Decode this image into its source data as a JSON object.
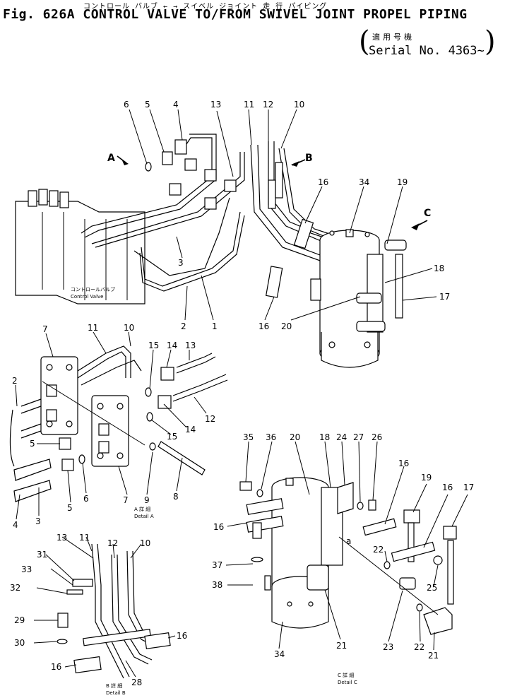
{
  "header": {
    "title": "Fig. 626A  CONTROL VALVE  TO/FROM SWIVEL JOINT PROPEL PIPING",
    "title_jp": "コントロール バルブ  ←  →  スイベル ジョイント 走  行  パイピング",
    "serial_jp": "適用号機",
    "serial": "Serial No. 4363~"
  },
  "views": {
    "a": "A",
    "b": "B",
    "c": "C",
    "control_valve_jp": "コントロールバルブ",
    "control_valve": "Control Valve",
    "detail_a_jp": "A 詳 細",
    "detail_a": "Detail A",
    "detail_b_jp": "B 詳 細",
    "detail_b": "Detail B",
    "detail_c_jp": "C 詳 細",
    "detail_c": "Detail C",
    "a_ref": "a"
  },
  "callouts": {
    "main": [
      "6",
      "5",
      "4",
      "13",
      "11",
      "12",
      "10",
      "16",
      "34",
      "19",
      "18",
      "17",
      "3",
      "2",
      "1",
      "16",
      "20"
    ],
    "detail_a": [
      "7",
      "11",
      "10",
      "15",
      "14",
      "13",
      "2",
      "12",
      "5",
      "6",
      "5",
      "14",
      "15",
      "9",
      "8",
      "7",
      "4",
      "3"
    ],
    "detail_b": [
      "13",
      "11",
      "12",
      "10",
      "31",
      "33",
      "32",
      "29",
      "30",
      "16",
      "16",
      "28"
    ],
    "detail_c": [
      "35",
      "36",
      "20",
      "18",
      "24",
      "27",
      "26",
      "16",
      "19",
      "16",
      "17",
      "16",
      "37",
      "22",
      "38",
      "25",
      "21",
      "23",
      "22",
      "21",
      "34"
    ]
  }
}
